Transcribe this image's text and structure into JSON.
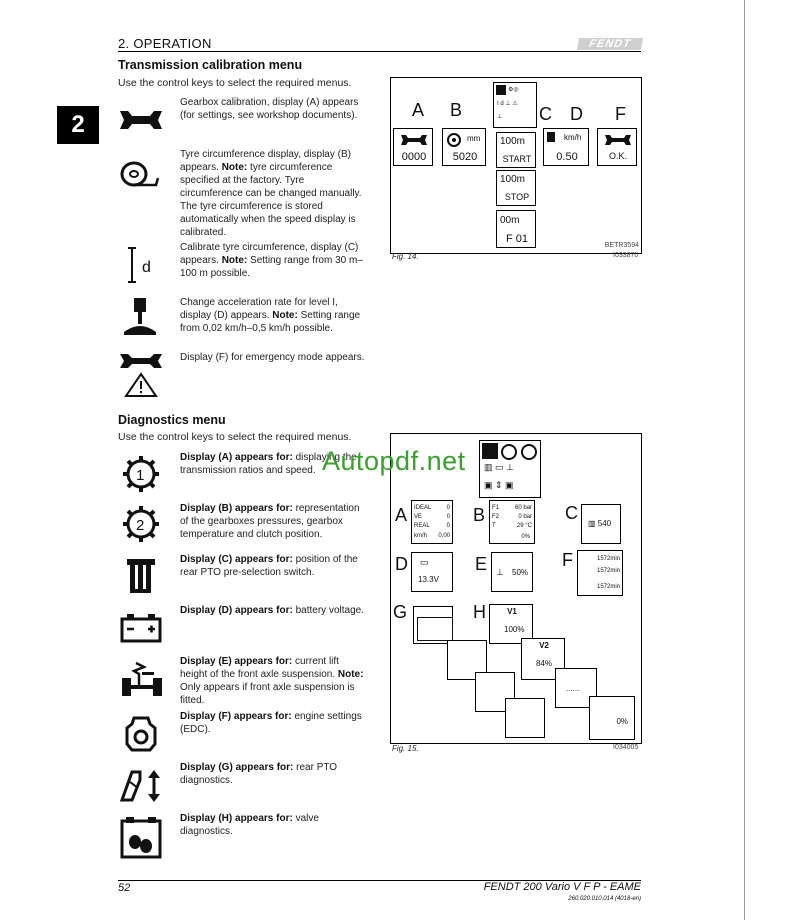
{
  "header": {
    "section": "2. OPERATION",
    "brand": "FENDT"
  },
  "chapter_tab": "2",
  "calibration": {
    "title": "Transmission calibration menu",
    "intro": "Use the control keys to select the required menus.",
    "items": [
      {
        "icon": "wrench-icon",
        "text": "Gearbox calibration, display (A) appears (for settings, see workshop documents)."
      },
      {
        "icon": "tyre-circumference-icon",
        "text": "Tyre circumference display, display (B) appears.",
        "note_label": "Note:",
        "note": " tyre circumference specified at the factory. Tyre circumference can be changed manually. The tyre circumference is stored automatically when the speed display is calibrated."
      },
      {
        "icon": "distance-calibrate-icon",
        "text": "Calibrate tyre circumference, display (C) appears.",
        "note_label": "Note:",
        "note": " Setting range from 30 m–100 m possible."
      },
      {
        "icon": "acceleration-icon",
        "text": "Change acceleration rate for level I, display (D) appears.",
        "note_label": "Note:",
        "note": " Setting range from 0,02 km/h–0,5 km/h possible."
      },
      {
        "icon": "emergency-mode-icon",
        "text": "Display (F) for emergency mode appears."
      }
    ]
  },
  "fig14": {
    "labels": [
      "A",
      "B",
      "C",
      "D",
      "F"
    ],
    "screen_a": "0000",
    "screen_b_unit": "mm",
    "screen_b": "5020",
    "screen_c_value": "100m",
    "screen_c": "START",
    "screen_d_unit": "km/h",
    "screen_d": "0.50",
    "screen_f": "O.K.",
    "screen_stop_value": "100m",
    "screen_stop": "STOP",
    "screen_last_value": "00m",
    "screen_last": "F 01",
    "code_top": "BETR3594",
    "caption": "Fig. 14.",
    "code": "I033870"
  },
  "diagnostics": {
    "title": "Diagnostics menu",
    "intro": "Use the control keys to select the required menus.",
    "items": [
      {
        "icon": "gear-1-icon",
        "label": "Display (A) appears for:",
        "text": " displaying the transmission ratios and speed."
      },
      {
        "icon": "gear-2-icon",
        "label": "Display (B) appears for:",
        "text": " representation of the gearboxes pressures, gearbox temperature and clutch position."
      },
      {
        "icon": "pto-icon",
        "label": "Display (C) appears for:",
        "text": " position of the rear PTO pre-selection switch."
      },
      {
        "icon": "battery-icon",
        "label": "Display (D) appears for:",
        "text": " battery voltage."
      },
      {
        "icon": "front-axle-icon",
        "label": "Display (E) appears for:",
        "text": " current lift height of the front axle suspension.",
        "note_label": "Note:",
        "note": " Only appears if front axle suspension is fitted."
      },
      {
        "icon": "engine-icon",
        "label": "Display (F) appears for:",
        "text": " engine settings (EDC)."
      },
      {
        "icon": "rear-pto-diag-icon",
        "label": "Display (G) appears for:",
        "text": " rear PTO diagnostics."
      },
      {
        "icon": "valve-icon",
        "label": "Display (H) appears for:",
        "text": " valve diagnostics."
      }
    ]
  },
  "fig15": {
    "labels": [
      "A",
      "B",
      "C",
      "D",
      "E",
      "F",
      "G",
      "H"
    ],
    "a_rows": [
      "IDEAL",
      "VE",
      "REAL",
      "km/h"
    ],
    "a_vals": [
      "0",
      "0",
      "0",
      "0,00"
    ],
    "b_rows": [
      "F1",
      "F2",
      "T"
    ],
    "b_vals": [
      "60 bar",
      "0 bar",
      "29 °C"
    ],
    "b_pct": "0%",
    "c_val": "540",
    "d_val": "13.3V",
    "e_val": "50%",
    "f_vals": [
      "1572min",
      "1572min",
      "1572min"
    ],
    "h_title": "V1",
    "h_pct": "100%",
    "v2_title": "V2",
    "v2_pct": "84%",
    "dots": "......",
    "last_pct": "0%",
    "caption": "Fig. 15.",
    "code": "I034005"
  },
  "watermark": "Autopdf.net",
  "footer": {
    "page": "52",
    "title": "FENDT 200 Vario V F P - EAME",
    "doc_code": "260.020.010.014 (4018-en)"
  }
}
